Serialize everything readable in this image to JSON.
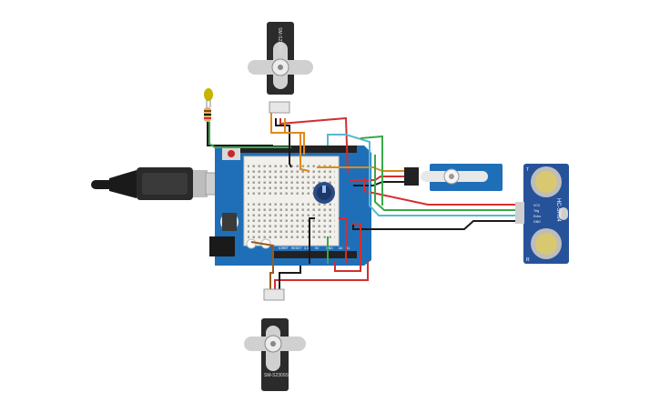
{
  "diagram": {
    "servo_top_label": "SM-S2309S",
    "servo_bottom_label": "SM-S2309S",
    "sensor_model": "HC-SR04",
    "sensor_pins": [
      "VCC",
      "Trig",
      "Echo",
      "GND"
    ],
    "sensor_side_marks": [
      "T",
      "R"
    ],
    "colors": {
      "board": "#1f6fb8",
      "breadboard": "#f2f0ea",
      "servo_body": "#2b2b2b",
      "micro_servo": "#1f6fb8",
      "sensor_board": "#26529a",
      "wire_red": "#d32f2f",
      "wire_black": "#1a1a1a",
      "wire_orange": "#e08a1a",
      "wire_brown": "#9a5a20",
      "wire_green": "#3aa84a",
      "wire_cyan": "#59b7d0",
      "led": "#c8b400"
    }
  }
}
